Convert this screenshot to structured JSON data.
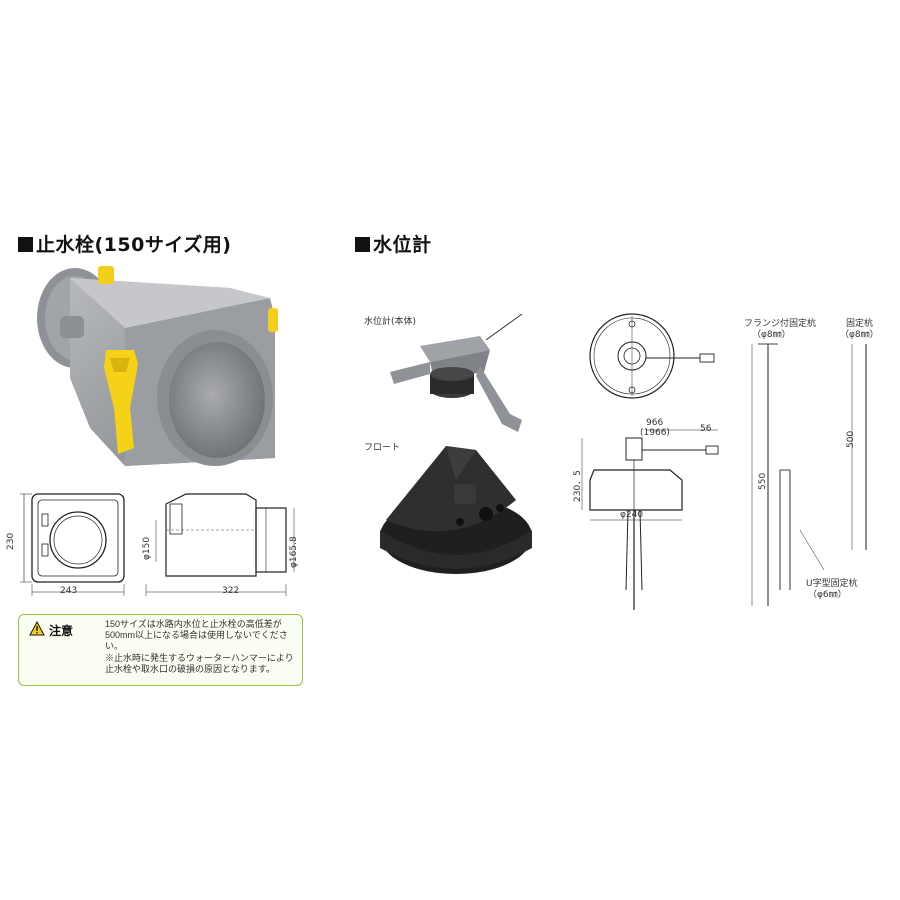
{
  "left": {
    "heading": "止水栓(150サイズ用)",
    "dims": {
      "height": "230",
      "width": "243",
      "length": "322",
      "inner_dia": "φ150",
      "outer_dia": "φ165.8"
    }
  },
  "right": {
    "heading": "水位計",
    "label_body": "水位計(本体)",
    "label_float": "フロート",
    "dims": {
      "cable": "966",
      "cable_alt": "(1966)",
      "tip": "56",
      "height": "230．5",
      "dia": "φ240"
    },
    "stakes": {
      "flange_label": "フランジ付固定杭",
      "flange_dia": "（φ8㎜）",
      "fixed_label": "固定杭",
      "fixed_dia": "（φ8㎜）",
      "u_label": "U字型固定杭",
      "u_dia": "（φ6㎜）",
      "len_550": "550",
      "len_500": "500"
    }
  },
  "note": {
    "label": "注意",
    "line1": "150サイズは水路内水位と止水栓の高低差が500mm以上になる場合は使用しないでください。",
    "line2": "※止水時に発生するウォーターハンマーにより止水栓や取水口の破損の原因となります。"
  }
}
